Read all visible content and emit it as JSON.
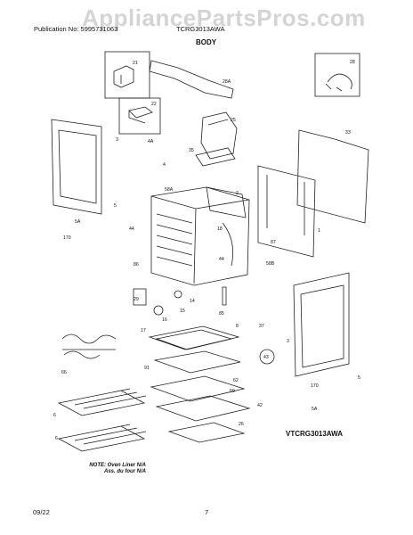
{
  "header": {
    "publication": "Publication No: 5995731063",
    "model": "TCRG3013AWA",
    "section": "BODY"
  },
  "watermark": "AppliancePartsPros.com",
  "part_labels": {
    "p21": "21",
    "p28a": "28A",
    "p28": "28",
    "p22": "22",
    "p25": "25",
    "p33": "33",
    "p3_left": "3",
    "p4a": "4A",
    "p35": "35",
    "p4": "4",
    "p5_left": "5",
    "p58a": "58A",
    "p2": "2",
    "p5a_left": "5A",
    "p170_left": "170",
    "p44_top": "44",
    "p18": "18",
    "p1": "1",
    "p87": "87",
    "p44_mid": "44",
    "p86": "86",
    "p58b": "58B",
    "p29": "29",
    "p14": "14",
    "p16": "16",
    "p15": "15",
    "p85": "85",
    "p17": "17",
    "p37": "37",
    "p8": "8",
    "p66": "66",
    "p3_right": "3",
    "p43": "43",
    "p91": "91",
    "p62": "62",
    "p5_right": "5",
    "p170_right": "170",
    "p59": "59",
    "p42": "42",
    "p5a_right": "5A",
    "p6_top": "6",
    "p26": "26",
    "p6_bottom": "6"
  },
  "diagram_model": "VTCRG3013AWA",
  "note": {
    "line1": "NOTE: Oven Liner N/A",
    "line2": "Ass. du four N/A"
  },
  "footer": {
    "date": "09/22",
    "page": "7"
  }
}
